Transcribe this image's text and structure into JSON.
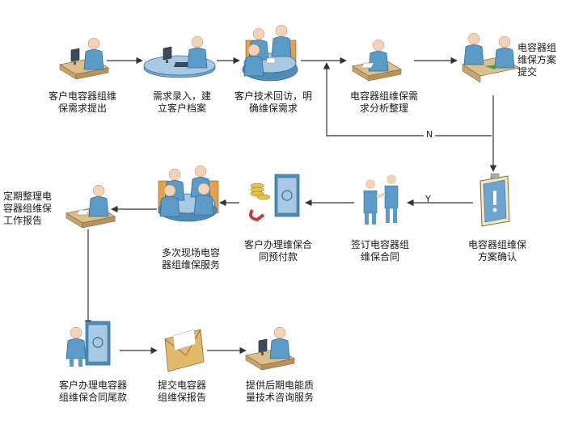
{
  "colors": {
    "desk": "#dcc08c",
    "desk_edge": "#8a6a3a",
    "person": "#5b9bc8",
    "person_dark": "#2f6e9e",
    "skin": "#f3d3b3",
    "table_top": "#7aa8cf",
    "arrow": "#333333",
    "safe": "#4f8db8",
    "envelope": "#e2b86a",
    "warning": "#6aa5cf"
  },
  "steps": [
    {
      "id": "s1",
      "label": "客户电容器组维\n保需求提出",
      "icon": "person-at-desk-icon"
    },
    {
      "id": "s2",
      "label": "需求录入，建\n立客户档案",
      "icon": "operator-at-workstation-icon"
    },
    {
      "id": "s3",
      "label": "客户技术回访，明\n确维保需求",
      "icon": "meeting-table-icon"
    },
    {
      "id": "s4",
      "label": "电容器组维保需\n求分析整理",
      "icon": "person-at-desk-icon"
    },
    {
      "id": "s5",
      "label": "电容器组\n维保方案\n提交",
      "icon": "consultation-icon"
    },
    {
      "id": "s6",
      "label": "电容器组维保\n方案确认",
      "icon": "warning-clipboard-icon"
    },
    {
      "id": "s7",
      "label": "签订电容器组\n维保合同",
      "icon": "handshake-icon"
    },
    {
      "id": "s8",
      "label": "客户办理维保合\n同预付款",
      "icon": "coins-and-safe-icon"
    },
    {
      "id": "s9",
      "label": "多次现场电容\n器组维保服务",
      "icon": "meeting-table-icon"
    },
    {
      "id": "s10",
      "label": "定期整理电\n容器组维保\n工作报告",
      "icon": "person-at-desk-icon"
    },
    {
      "id": "s11",
      "label": "客户办理电容器\n组维保合同尾款",
      "icon": "person-with-safe-icon"
    },
    {
      "id": "s12",
      "label": "提交电容器\n组维保报告",
      "icon": "envelope-icon"
    },
    {
      "id": "s13",
      "label": "提供后期电能质\n量技术咨询服务",
      "icon": "person-at-desk-icon"
    }
  ],
  "branches": {
    "no": "N",
    "yes": "Y"
  }
}
